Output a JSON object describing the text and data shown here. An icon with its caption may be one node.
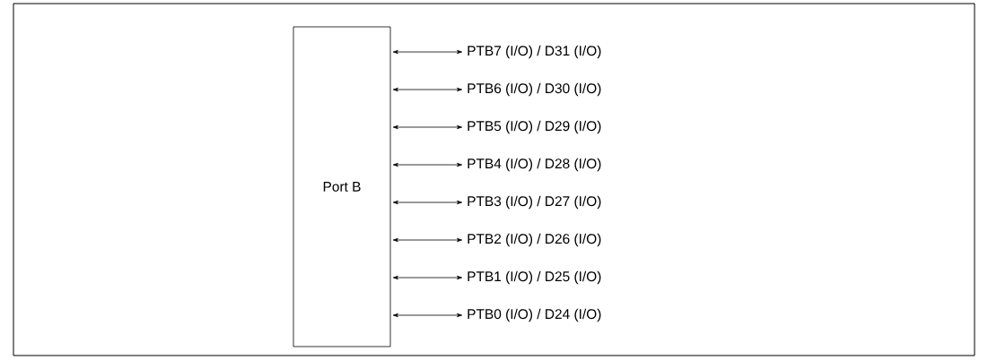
{
  "diagram": {
    "nodes": [
      {
        "text": [
          "Port B"
        ]
      },
      {
        "text": [
          "PTB7 (I/O) / D31 (I/O)"
        ]
      },
      {
        "text": [
          "PTB6 (I/O) / D30 (I/O)"
        ]
      },
      {
        "text": [
          "PTB5 (I/O) / D29 (I/O)"
        ]
      },
      {
        "text": [
          "PTB4 (I/O) / D28 (I/O)"
        ]
      },
      {
        "text": [
          "PTB3 (I/O) / D27 (I/O)"
        ]
      },
      {
        "text": [
          "PTB2 (I/O) / D26 (I/O)"
        ]
      },
      {
        "text": [
          "PTB1 (I/O) / D25 (I/O)"
        ]
      },
      {
        "text": [
          "PTB0 (I/O) / D24 (I/O)"
        ]
      }
    ],
    "edges": [
      {
        "from": 0,
        "to": 1,
        "arrow": "both"
      },
      {
        "from": 0,
        "to": 2,
        "arrow": "both"
      },
      {
        "from": 0,
        "to": 3,
        "arrow": "both"
      },
      {
        "from": 0,
        "to": 4,
        "arrow": "both"
      },
      {
        "from": 0,
        "to": 5,
        "arrow": "both"
      },
      {
        "from": 0,
        "to": 6,
        "arrow": "both"
      },
      {
        "from": 0,
        "to": 7,
        "arrow": "both"
      },
      {
        "from": 0,
        "to": 8,
        "arrow": "both"
      }
    ]
  }
}
